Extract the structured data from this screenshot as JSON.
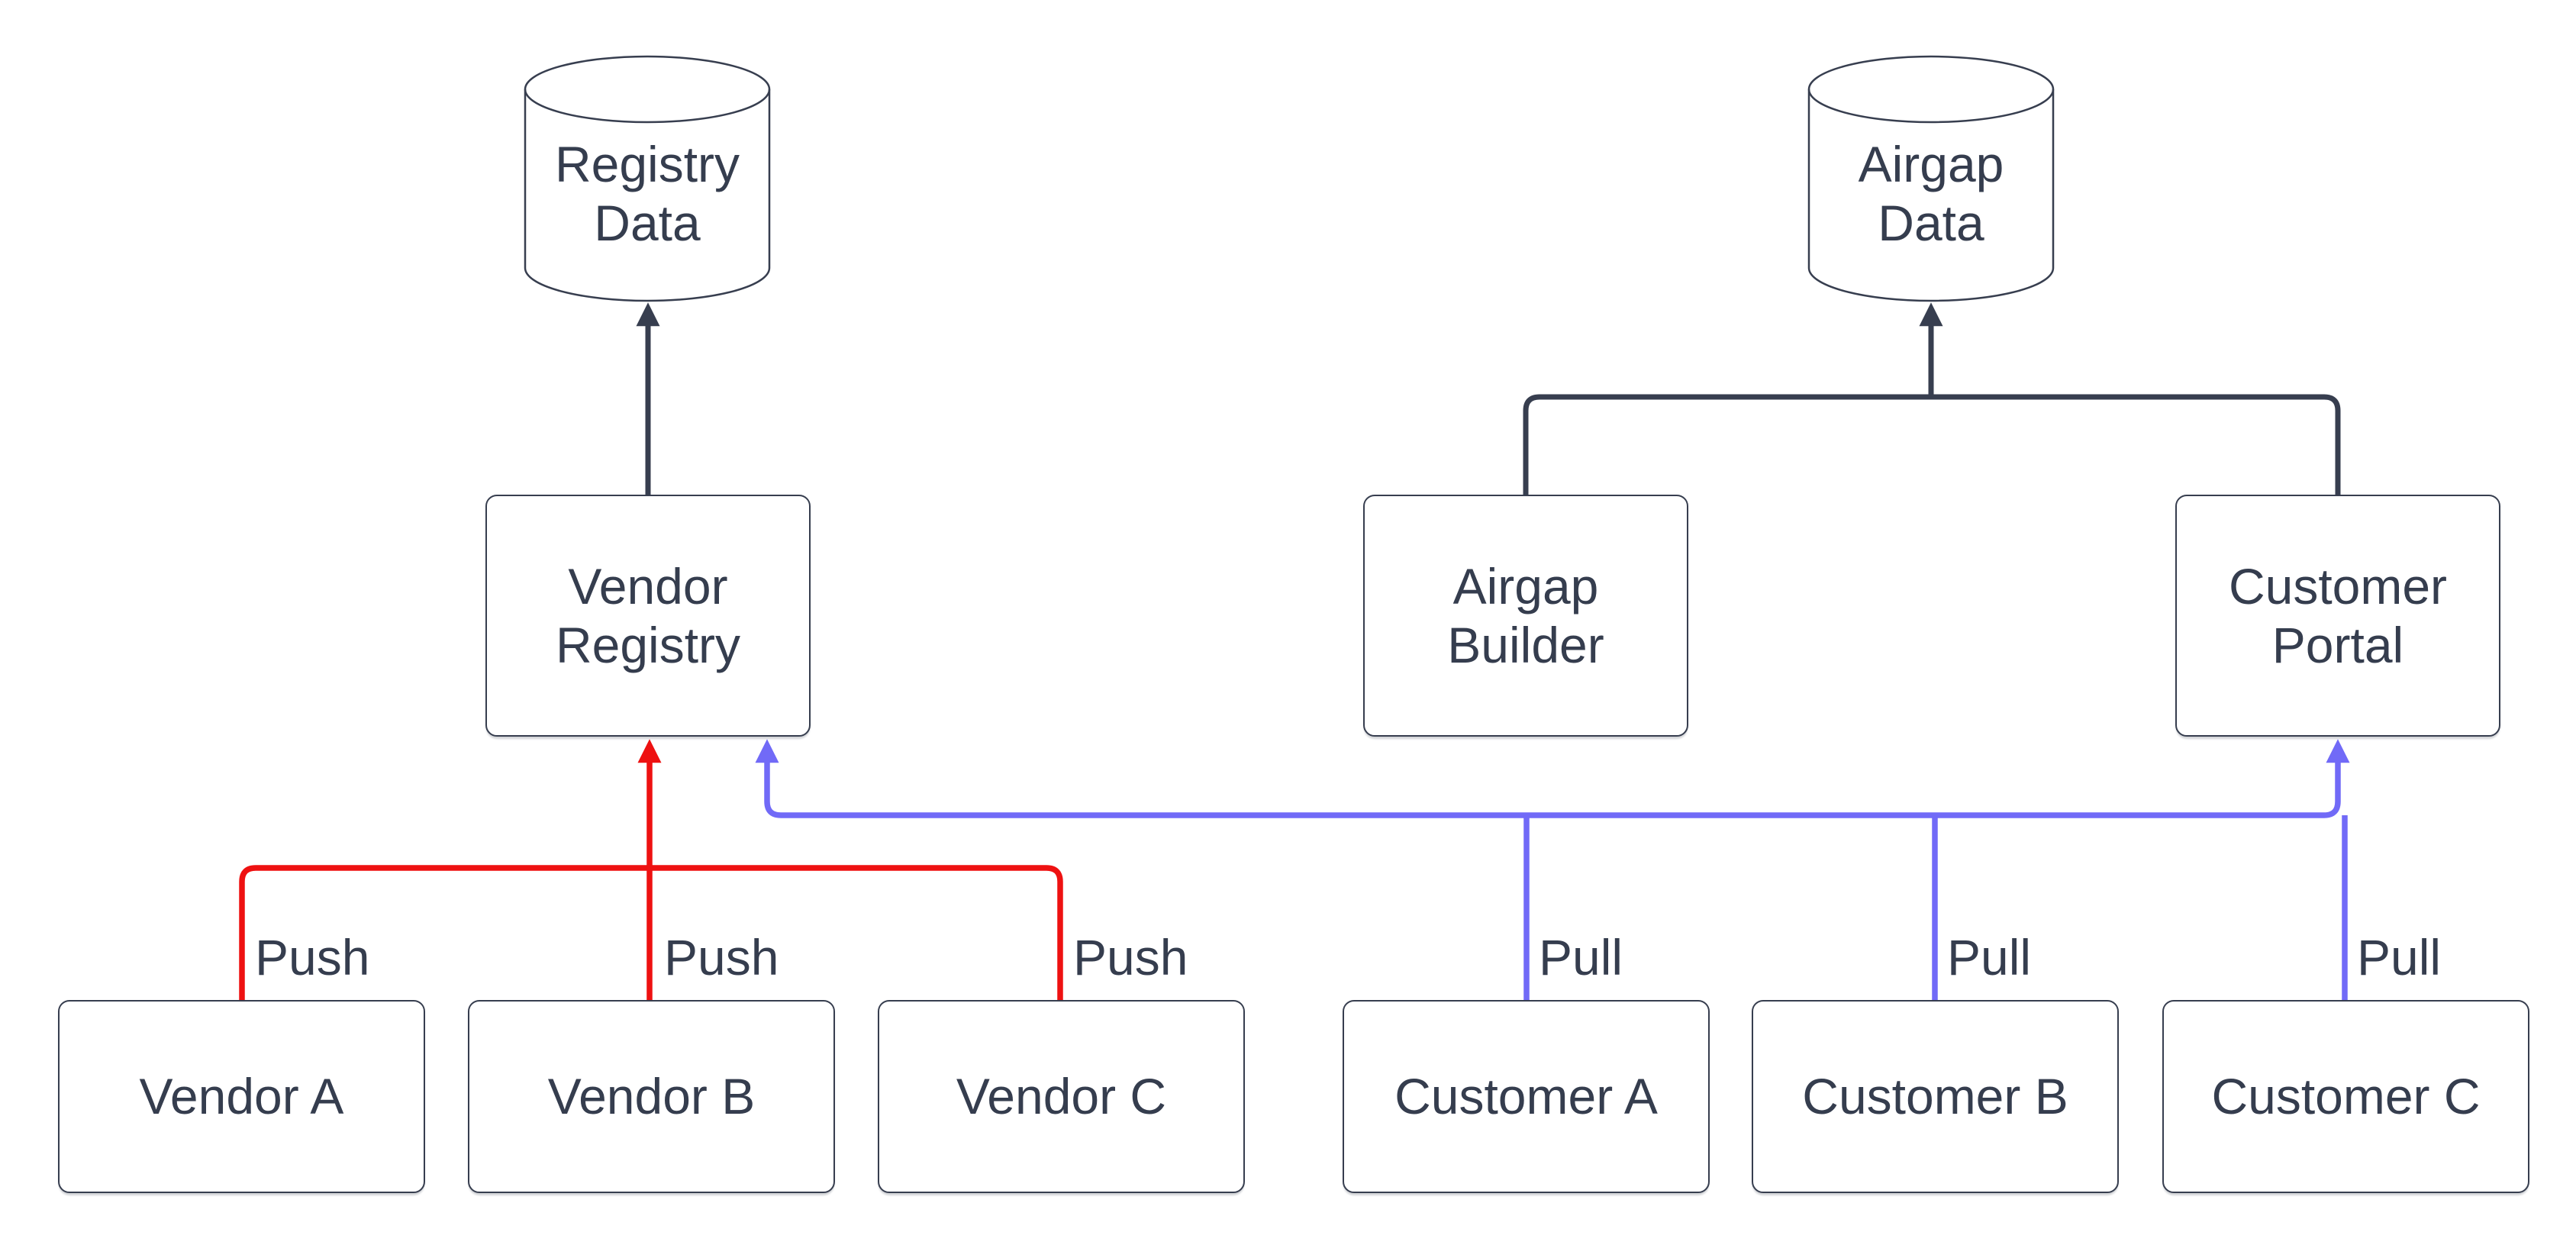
{
  "diagram": {
    "background": "#ffffff",
    "colors": {
      "flow": "#373e4f",
      "push": "#ee1111",
      "pull": "#716af7",
      "node_border": "#373e4f",
      "node_fill": "#ffffff",
      "text": "#353d4e",
      "background": "#ffffff"
    },
    "nodes": {
      "registry_data": {
        "label": "Registry Data",
        "shape": "cylinder"
      },
      "airgap_data": {
        "label": "Airgap Data",
        "shape": "cylinder"
      },
      "vendor_registry": {
        "label": "Vendor Registry",
        "shape": "rect"
      },
      "airgap_builder": {
        "label": "Airgap Builder",
        "shape": "rect"
      },
      "customer_portal": {
        "label": "Customer Portal",
        "shape": "rect"
      },
      "vendor_a": {
        "label": "Vendor A",
        "shape": "rect"
      },
      "vendor_b": {
        "label": "Vendor B",
        "shape": "rect"
      },
      "vendor_c": {
        "label": "Vendor C",
        "shape": "rect"
      },
      "customer_a": {
        "label": "Customer A",
        "shape": "rect"
      },
      "customer_b": {
        "label": "Customer B",
        "shape": "rect"
      },
      "customer_c": {
        "label": "Customer C",
        "shape": "rect"
      }
    },
    "edges": [
      {
        "from": "Vendor Registry",
        "to": "Registry Data",
        "label": "",
        "color": "#373e4f"
      },
      {
        "from": "Airgap Builder",
        "to": "Airgap Data",
        "label": "",
        "color": "#373e4f"
      },
      {
        "from": "Customer Portal",
        "to": "Airgap Data",
        "label": "",
        "color": "#373e4f"
      },
      {
        "from": "Vendor A",
        "to": "Vendor Registry",
        "label": "Push",
        "color": "#ee1111"
      },
      {
        "from": "Vendor B",
        "to": "Vendor Registry",
        "label": "Push",
        "color": "#ee1111"
      },
      {
        "from": "Vendor C",
        "to": "Vendor Registry",
        "label": "Push",
        "color": "#ee1111"
      },
      {
        "from": "Customer A",
        "to": "Vendor Registry & Customer Portal",
        "label": "Pull",
        "color": "#716af7"
      },
      {
        "from": "Customer B",
        "to": "Vendor Registry & Customer Portal",
        "label": "Pull",
        "color": "#716af7"
      },
      {
        "from": "Customer C",
        "to": "Vendor Registry & Customer Portal",
        "label": "Pull",
        "color": "#716af7"
      }
    ]
  }
}
